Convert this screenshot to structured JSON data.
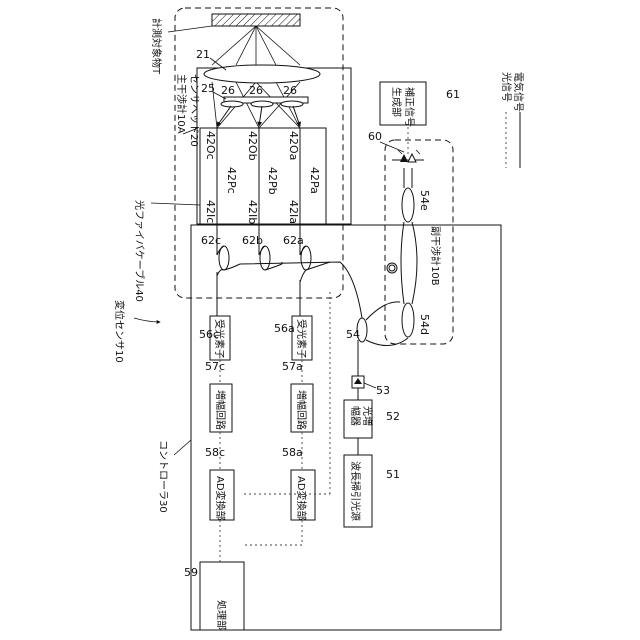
{
  "labels": {
    "displacement_sensor": "変位センサ10",
    "controller": "コントローラ30",
    "fiber_cable": "光ファイバケーブル40",
    "main_interferometer": "主干渉計10A",
    "sensor_head": "センサヘッド20",
    "sub_interferometer": "副干渉計10B",
    "measurement_target": "計測対象物T",
    "legend_electrical": "電気信号",
    "legend_optical": "光信号",
    "light_source": "波長掃引光源",
    "amplifier_line1": "光増",
    "amplifier_line2": "幅器",
    "receiver_c": "受光素子",
    "receiver_a": "受光素子",
    "amp_circuit_c": "増幅回路",
    "amp_circuit_a": "増幅回路",
    "ad_c": "AD変換部",
    "ad_a": "AD変換部",
    "processor": "処理部",
    "correction_line1": "補正信号",
    "correction_line2": "生成部"
  },
  "refs": {
    "lens": "21",
    "plate": "25",
    "ref_26_left": "26",
    "ref_26_mid": "26",
    "ref_26_right": "26",
    "out_c": "42Oc",
    "out_b": "42Ob",
    "out_a": "42Oa",
    "path_c": "42Pc",
    "path_b": "42Pb",
    "path_a": "42Pa",
    "in_c": "42Ic",
    "in_b": "42Ib",
    "in_a": "42Ia",
    "circ_c": "62c",
    "circ_b": "62b",
    "circ_a": "62a",
    "recv_c": "56c",
    "recv_a": "56a",
    "ampc_c": "57c",
    "ampc_a": "57a",
    "ad_c": "58c",
    "ad_a": "58a",
    "proc": "59",
    "source": "51",
    "amplifier": "52",
    "isolator": "53",
    "splitter": "54",
    "coupler_d": "54d",
    "coupler_e": "54e",
    "detector": "60",
    "corrector": "61"
  }
}
